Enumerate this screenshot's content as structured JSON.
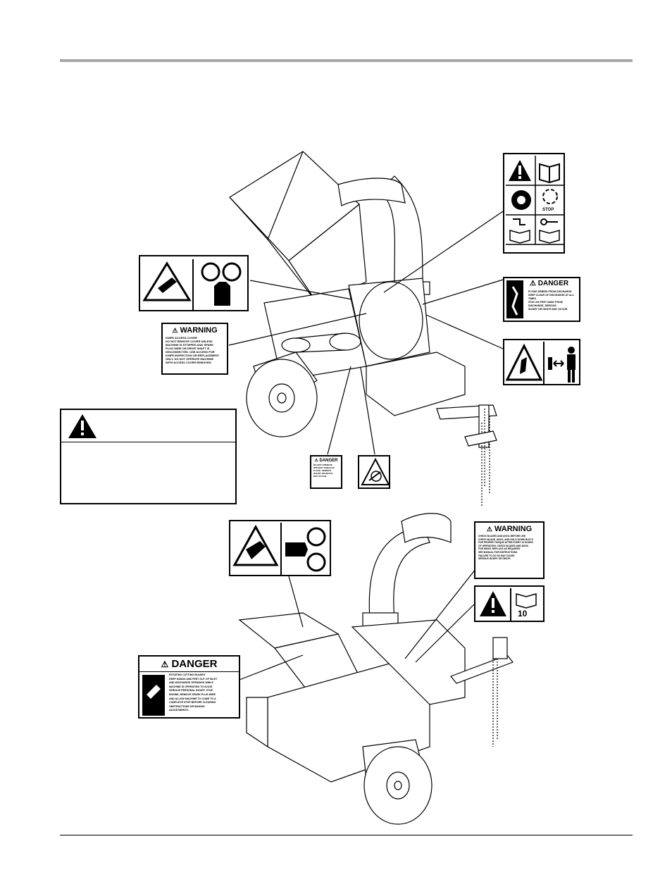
{
  "page": {
    "decals": {
      "warning_belt": {
        "heading": "WARNING",
        "lines": [
          "KNIFE ACCESS COVER",
          "DO NOT REMOVE COVER UNLESS",
          "MACHINE IS STOPPED AND SPARK",
          "PLUG WIRE OR DRIVE SHAFT IS",
          "DISCONNECTED. USE ACCESS FOR",
          "KNIFE INSPECTION OR REPLACEMENT",
          "ONLY. DO NOT OPERATE MACHINE",
          "WITH ACCESS COVER REMOVED."
        ]
      },
      "danger_discharge": {
        "heading": "DANGER",
        "lines": [
          "FLYING DEBRIS FROM DISCHARGE",
          "KEEP CLEAR OF DISCHARGE AT ALL TIMES",
          "STAY 200 FEET AWAY FROM",
          "DISCHARGE. SERIOUS",
          "INJURY OR DEATH MAY OCCUR."
        ]
      },
      "danger_small": {
        "heading": "DANGER",
        "lines": [
          "DO NOT OPERATE",
          "WITHOUT SHIELD IN",
          "PLACE. SERIOUS",
          "INJURY OR DEATH",
          "MAY OCCUR."
        ]
      },
      "warning_blades": {
        "heading": "WARNING",
        "lines": [
          "CHECK BLADES AND ANVIL BEFORE USE",
          "CHECK BLADE, ANVIL, AND HOLD DOWN BOLTS",
          "FOR PROPER TORQUE AFTER EVERY 10 HOURS",
          "OF OPERATION. CHECK BLADES AND ANVIL",
          "FOR WEAR. REPLACE AS REQUIRED.",
          "SEE MANUAL FOR INSTRUCTIONS.",
          "FAILURE TO DO SO MAY CAUSE",
          "SERIOUS INJURY OR DEATH."
        ]
      },
      "manual_ref": {
        "text": "10"
      },
      "stop_icon": {
        "text": "STOP"
      },
      "danger_rotating": {
        "heading": "DANGER",
        "lines": [
          "ROTATING CUTTING BLADES",
          "KEEP HANDS AND FEET OUT OF INLET",
          "AND DISCHARGE OPENINGS WHILE",
          "MACHINE IS OPERATING TO AVOID",
          "SERIOUS PERSONAL INJURY. STOP",
          "ENGINE, REMOVE SPARK PLUG WIRE",
          "AND ALLOW MACHINE TO COME TO A",
          "COMPLETE STOP BEFORE CLEARING",
          "OBSTRUCTIONS OR MAKING",
          "ADJUSTMENTS."
        ]
      }
    },
    "icons": {
      "safety_alert": "safety-alert-icon",
      "manual": "read-manual-icon",
      "rotor": "rotating-rotor-icon",
      "entanglement": "hand-entanglement-icon"
    }
  }
}
